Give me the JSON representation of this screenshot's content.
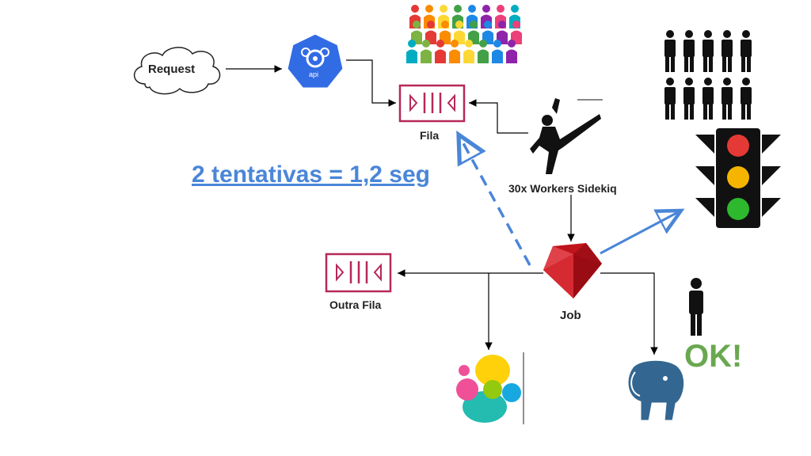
{
  "diagram": {
    "request_label": "Request",
    "api_label": "api",
    "queue_label": "Fila",
    "workers_label": "30x Workers Sidekiq",
    "job_label": "Job",
    "other_queue_label": "Outra Fila",
    "retry_text": "2 tentativas = 1,2 seg",
    "ok_text": "OK!"
  },
  "colors": {
    "queue": "#b5285a",
    "retry_arrow": "#4a86d8",
    "api": "#326ce5",
    "ok": "#6aa84f",
    "ruby": "#c0141c",
    "postgres": "#336791",
    "traffic_red": "#e53935",
    "traffic_yellow": "#f4b400",
    "traffic_green": "#2eb82e"
  }
}
